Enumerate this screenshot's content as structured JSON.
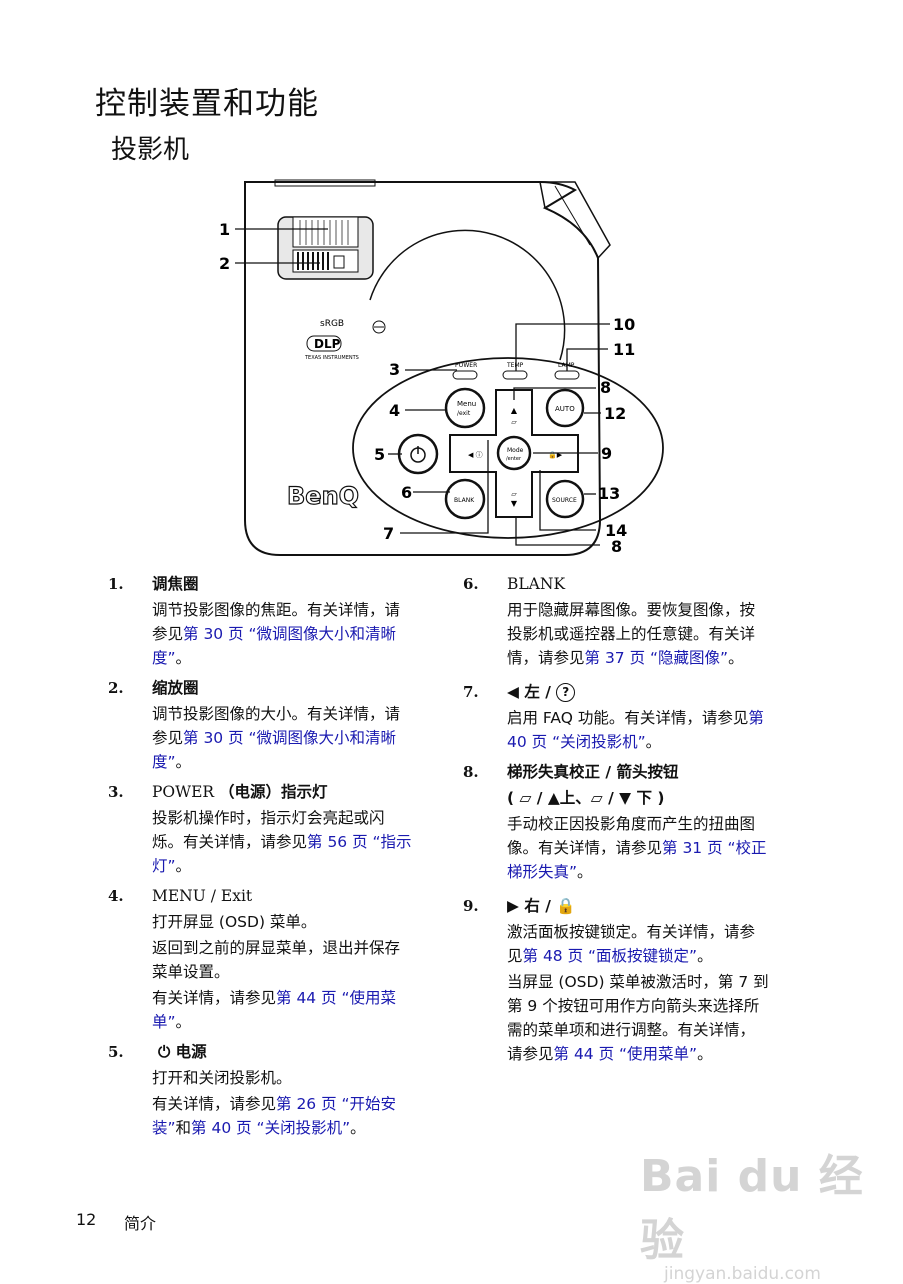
{
  "heading": "控制装置和功能",
  "subheading": "投影机",
  "diagram": {
    "brand": "BenQ",
    "dlp_logo": "DLP",
    "dlp_sub": "TEXAS INSTRUMENTS",
    "srgb": "sRGB",
    "indicators": {
      "power": "POWER",
      "temp": "TEMP",
      "lamp": "LAMP"
    },
    "buttons": {
      "menu": "Menu",
      "menu_sub": "/exit",
      "auto": "AUTO",
      "mode": "Mode",
      "mode_sub": "/enter",
      "blank": "BLANK",
      "source": "SOURCE"
    },
    "callouts": [
      "1",
      "2",
      "3",
      "4",
      "5",
      "6",
      "7",
      "8",
      "9",
      "10",
      "11",
      "12",
      "13",
      "14",
      "8"
    ]
  },
  "left_items": [
    {
      "num": "1.",
      "title": "调焦圈",
      "lines": [
        "调节投影图像的焦距。有关详情，请",
        "参见"
      ],
      "link": "第 30 页 “微调图像大小和清晰",
      "link2": "度”",
      "tail": "。"
    },
    {
      "num": "2.",
      "title": "缩放圈",
      "lines": [
        "调节投影图像的大小。有关详情，请",
        "参见"
      ],
      "link": "第 30 页 “微调图像大小和清晰",
      "link2": "度”",
      "tail": "。"
    },
    {
      "num": "3.",
      "title_a": "POWER",
      "title_b": "（电源）指示灯",
      "p1": "投影机操作时，指示灯会亮起或闪",
      "p2": "烁。有关详情，请参见",
      "link": "第 56 页 “指示",
      "link2": "灯”",
      "tail": "。"
    },
    {
      "num": "4.",
      "title": "MENU / Exit",
      "p1": "打开屏显 (OSD) 菜单。",
      "p2": "返回到之前的屏显菜单，退出并保存",
      "p3": "菜单设置。",
      "p4": "有关详情，请参见",
      "link": "第 44 页 “使用菜",
      "link2": "单”",
      "tail": "。"
    },
    {
      "num": "5.",
      "icon": "⏻",
      "title": "电源",
      "p1": "打开和关闭投影机。",
      "p2": "有关详情，请参见",
      "link": "第 26 页 “开始安",
      "link2": "装”",
      "mid": "和",
      "link3": "第 40 页 “关闭投影机”",
      "tail": "。"
    }
  ],
  "right_items": [
    {
      "num": "6.",
      "title": "BLANK",
      "p1": "用于隐藏屏幕图像。要恢复图像，按",
      "p2": "投影机或遥控器上的任意键。有关详",
      "p3": "情，请参见",
      "link": "第 37 页 “隐藏图像”",
      "tail": "。"
    },
    {
      "num": "7.",
      "title": "◀ 左 /",
      "icon": "?",
      "p1": "启用 FAQ 功能。有关详情，请参见",
      "link": "第",
      "link2": "40 页 “关闭投影机”",
      "tail": "。"
    },
    {
      "num": "8.",
      "title": "梯形失真校正 / 箭头按钮",
      "sub": "( ▱ / ▲上、▱ / ▼ 下 )",
      "p1": "手动校正因投影角度而产生的扭曲图",
      "p2": "像。有关详情，请参见",
      "link": "第 31 页 “校正",
      "link2": "梯形失真”",
      "tail": "。"
    },
    {
      "num": "9.",
      "title": "▶  右 /",
      "icon": "🔒",
      "p1": "激活面板按键锁定。有关详情，请参",
      "p2": "见",
      "link": "第 48 页 “面板按键锁定”",
      "tail": "。",
      "p3": "当屏显 (OSD) 菜单被激活时，第 7 到",
      "p4": "第 9 个按钮可用作方向箭头来选择所",
      "p5": "需的菜单项和进行调整。有关详情，",
      "p6": "请参见",
      "link3": "第 44 页 “使用菜单”",
      "tail2": "。"
    }
  ],
  "footer": {
    "page": "12",
    "section": "简介"
  },
  "watermark": {
    "brand": "Bai du 经验",
    "url": "jingyan.baidu.com"
  }
}
